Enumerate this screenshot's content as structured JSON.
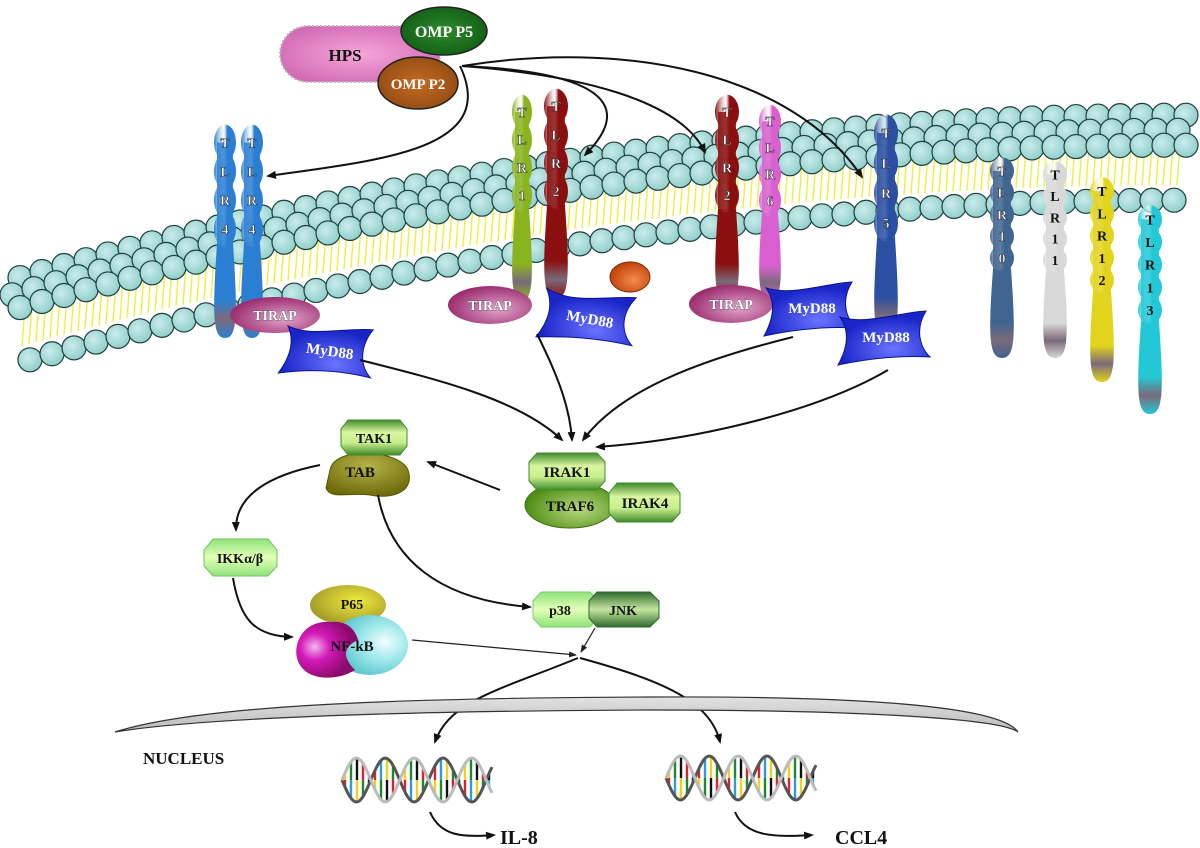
{
  "pathogen": {
    "bacterium_label": "HPS",
    "omp_p5_label": "OMP P5",
    "omp_p2_label": "OMP P2"
  },
  "receptors": [
    {
      "id": "tlr4a",
      "label": "TLR4",
      "color": "#2a7fd4"
    },
    {
      "id": "tlr4b",
      "label": "TLR4",
      "color": "#2a7fd4"
    },
    {
      "id": "tlr1",
      "label": "TLR1",
      "color": "#8ab41e"
    },
    {
      "id": "tlr2a",
      "label": "TLR2",
      "color": "#8b0f0f"
    },
    {
      "id": "tlr2b",
      "label": "TLR2",
      "color": "#8b0f0f"
    },
    {
      "id": "tlr6",
      "label": "TLR6",
      "color": "#d95fd0"
    },
    {
      "id": "tlr5",
      "label": "TLR5",
      "color": "#2b4fa3"
    },
    {
      "id": "tlr10",
      "label": "TLR10",
      "color": "#3f6590"
    },
    {
      "id": "tlr11",
      "label": "TLR11",
      "color": "#d8d8d8"
    },
    {
      "id": "tlr12",
      "label": "TLR12",
      "color": "#e2d41c"
    },
    {
      "id": "tlr13",
      "label": "TLR13",
      "color": "#22c8d6"
    }
  ],
  "adaptors": {
    "tirap_label": "TIRAP",
    "myd88_label": "MyD88"
  },
  "signaling": {
    "tak1": "TAK1",
    "tab": "TAB",
    "irak1": "IRAK1",
    "irak4": "IRAK4",
    "traf6": "TRAF6",
    "ikk": "IKKα/β",
    "p65": "P65",
    "nfkb": "NF-kB",
    "p38": "p38",
    "jnk": "JNK"
  },
  "nucleus": {
    "label": "NUCLEUS",
    "gene_products": [
      "IL-8",
      "CCL4"
    ]
  },
  "colors": {
    "membrane_head": "#a9d9d6",
    "membrane_tail": "#f2ee3a",
    "tirap": "#a23a78",
    "myd88": "#1f2fd6",
    "green_kinase": "#6fa83a",
    "tab": "#7a7a12",
    "nucleus_envelope": "#c8c8c8"
  }
}
